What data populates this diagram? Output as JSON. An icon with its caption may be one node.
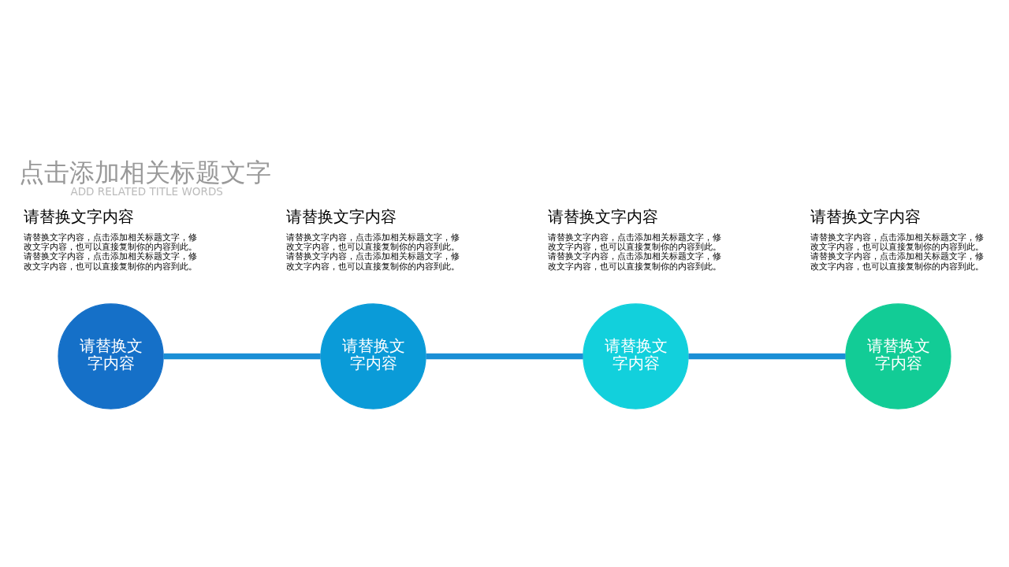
{
  "diagram": {
    "title": "点击添加相关标题文字",
    "nodes": [
      {
        "text": [
          "请替换文字内容"
        ]
      },
      {
        "text": [
          "请替换文字内容"
        ]
      },
      {
        "text": [
          "请替换文字内容"
        ]
      },
      {
        "text": [
          "请替换文字内容"
        ]
      }
    ],
    "edges": [
      {
        "from": 0,
        "to": 1,
        "arrow": "none"
      },
      {
        "from": 1,
        "to": 2,
        "arrow": "none"
      },
      {
        "from": 2,
        "to": 3,
        "arrow": "none"
      }
    ],
    "labels": [
      "ADD RELATED TITLE WORDS",
      "请替换文字内容",
      "请替换文字内容，点击添加相关标题文字，修改文字内容，也可以直接复制你的内容到此。请替换文字内容，点击添加相关标题文字，修改文字内容，也可以直接复制你的内容到此。",
      "请替换文字内容",
      "请替换文字内容，点击添加相关标题文字，修改文字内容，也可以直接复制你的内容到此。请替换文字内容，点击添加相关标题文字，修改文字内容，也可以直接复制你的内容到此。",
      "请替换文字内容",
      "请替换文字内容，点击添加相关标题文字，修改文字内容，也可以直接复制你的内容到此。请替换文字内容，点击添加相关标题文字，修改文字内容，也可以直接复制你的内容到此。",
      "请替换文字内容",
      "请替换文字内容，点击添加相关标题文字，修改文字内容，也可以直接复制你的内容到此。请替换文字内容，点击添加相关标题文字，修改文字内容，也可以直接复制你的内容到此。"
    ]
  }
}
